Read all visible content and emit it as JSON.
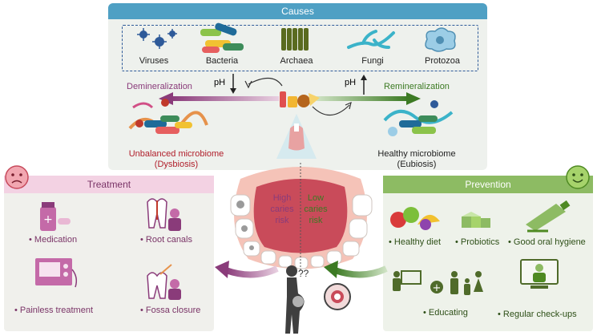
{
  "causes": {
    "title": "Causes",
    "microbes": [
      "Viruses",
      "Bacteria",
      "Archaea",
      "Fungi",
      "Protozoa"
    ],
    "ph_left": "pH",
    "ph_right": "pH",
    "demineralization": "Demineralization",
    "remineralization": "Remineralization",
    "dysbiosis_line1": "Unbalanced microbiome",
    "dysbiosis_line2": "(Dysbiosis)",
    "eubiosis_line1": "Healthy microbiome",
    "eubiosis_line2": "(Eubiosis)"
  },
  "center": {
    "high_risk": [
      "High",
      "caries",
      "risk"
    ],
    "low_risk": [
      "Low",
      "caries",
      "risk"
    ],
    "question": "??"
  },
  "treatment": {
    "title": "Treatment",
    "items": [
      "• Medication",
      "• Root canals",
      "• Painless treatment",
      "• Fossa closure"
    ]
  },
  "prevention": {
    "title": "Prevention",
    "items": [
      "• Healthy diet",
      "• Probiotics",
      "• Good oral hygiene",
      "• Educating",
      "• Regular check-ups"
    ]
  },
  "colors": {
    "causes_header": "#4fa0c4",
    "treatment_header": "#f3d2e3",
    "prevention_header": "#8dbb63",
    "demineralization": "#8a3b7a",
    "remineralization": "#3c7a23"
  }
}
